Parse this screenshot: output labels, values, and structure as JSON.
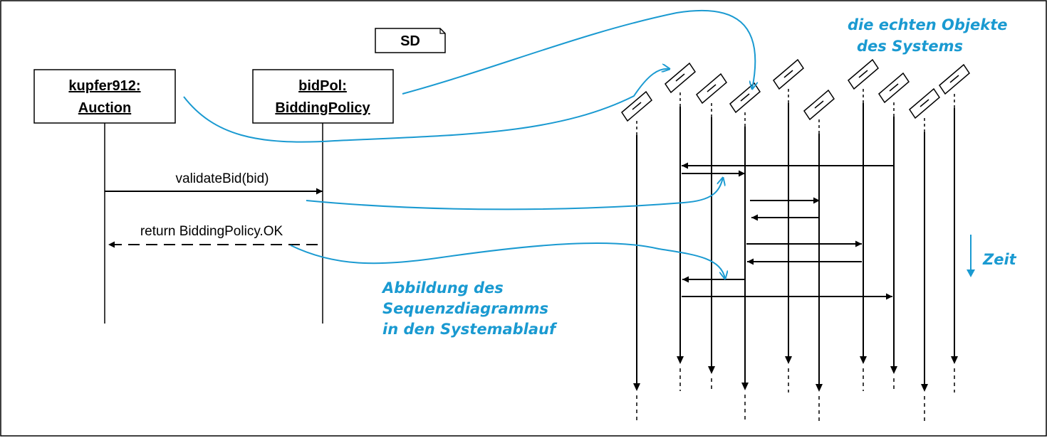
{
  "frame": {
    "tag": "SD"
  },
  "objects": [
    {
      "line1": "kupfer912:",
      "line2": "Auction"
    },
    {
      "line1": "bidPol:",
      "line2": "BiddingPolicy"
    }
  ],
  "messages": {
    "call": "validateBid(bid)",
    "return": "return BiddingPolicy.OK"
  },
  "annotations": {
    "real_objects_line1": "die echten Objekte",
    "real_objects_line2": "des Systems",
    "time": "Zeit",
    "mapping_line1": "Abbildung des",
    "mapping_line2": "Sequenzdiagramms",
    "mapping_line3": "in den Systemablauf"
  },
  "colors": {
    "accent": "#1a9ad1",
    "ink": "#000000"
  }
}
